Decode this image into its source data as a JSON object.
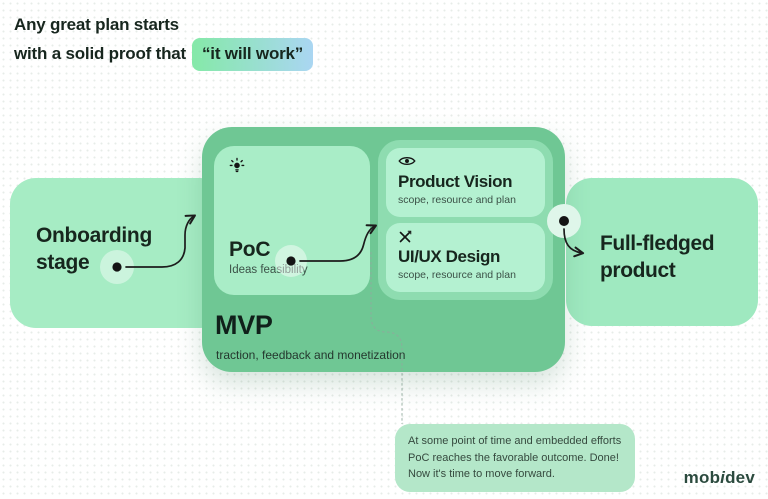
{
  "header": {
    "title_line1": "Any great plan starts",
    "title_line2": "with a solid proof that",
    "highlight": "“it will work”"
  },
  "flow": {
    "onboarding": {
      "title": "Onboarding stage"
    },
    "mvp": {
      "title": "MVP",
      "subtitle": "traction, feedback and monetization",
      "poc": {
        "icon": "lightbulb-icon",
        "title": "PoC",
        "subtitle": "Ideas feasibility"
      },
      "steps": [
        {
          "icon": "eye-icon",
          "title": "Product Vision",
          "subtitle": "scope, resource and plan"
        },
        {
          "icon": "tools-icon",
          "title": "UI/UX Design",
          "subtitle": "scope, resource and plan"
        }
      ]
    },
    "product": {
      "title": "Full-fledged product"
    }
  },
  "note": {
    "line1": "At some point of time and embedded efforts",
    "line2": "PoC reaches the favorable outcome. Done!",
    "line3": "Now it's time to move forward."
  },
  "brand": {
    "prefix": "mob",
    "i": "i",
    "suffix": "dev"
  },
  "colors": {
    "band_left": "#a6ecc4",
    "band_right": "#9fe9c0",
    "mvp_box": "#6fc794",
    "substeps_panel": "#8edcb0",
    "step_card": "#b4f1d1",
    "poc_card": "#a9edc7",
    "note_box": "#b4e7c9",
    "highlight_from": "#85e9a8",
    "highlight_to": "#aad6f2",
    "text_dark": "#17261e",
    "text_muted": "#3b5147",
    "connector": "#1c1c1c",
    "note_line": "#8fa99b",
    "logo": "#2b4a3e"
  }
}
